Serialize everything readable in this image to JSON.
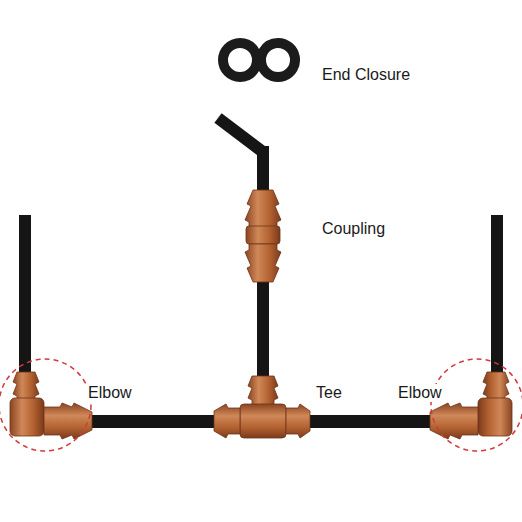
{
  "diagram": {
    "labels": [
      "End Closure",
      "Coupling",
      "Elbow",
      "Tee",
      "Elbow"
    ]
  }
}
